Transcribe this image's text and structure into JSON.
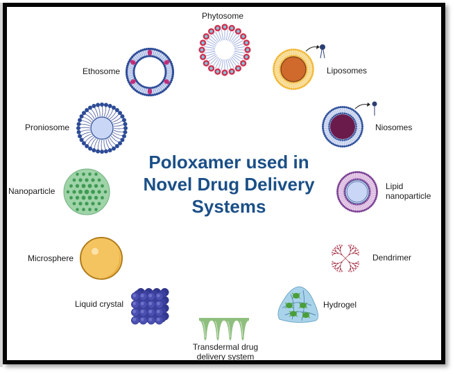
{
  "title": {
    "line1": "Poloxamer used in",
    "line2": "Novel Drug Delivery",
    "line3": "Systems",
    "color": "#1b4f87"
  },
  "items": [
    {
      "id": "phytosome",
      "label": "Phytosome",
      "icon": "phytosome-icon"
    },
    {
      "id": "liposomes",
      "label": "Liposomes",
      "icon": "liposome-icon"
    },
    {
      "id": "niosomes",
      "label": "Niosomes",
      "icon": "niosome-icon"
    },
    {
      "id": "lipid-nanoparticle",
      "label_line1": "Lipid",
      "label_line2": "nanoparticle",
      "icon": "lipid-nanoparticle-icon"
    },
    {
      "id": "dendrimer",
      "label": "Dendrimer",
      "icon": "dendrimer-icon"
    },
    {
      "id": "hydrogel",
      "label": "Hydrogel",
      "icon": "hydrogel-icon"
    },
    {
      "id": "transdermal",
      "label_line1": "Transdermal drug",
      "label_line2": "delivery system",
      "icon": "microneedle-patch-icon"
    },
    {
      "id": "liquid-crystal",
      "label": "Liquid crystal",
      "icon": "liquid-crystal-icon"
    },
    {
      "id": "microsphere",
      "label": "Microsphere",
      "icon": "microsphere-icon"
    },
    {
      "id": "nanoparticle",
      "label": "Nanoparticle",
      "icon": "nanoparticle-icon"
    },
    {
      "id": "proniosome",
      "label": "Proniosome",
      "icon": "proniosome-icon"
    },
    {
      "id": "ethosome",
      "label": "Ethosome",
      "icon": "ethosome-icon"
    }
  ],
  "colors": {
    "phytosome_head": "#d0304f",
    "phytosome_inner": "#7fc8e0",
    "liposome_shell": "#f2b531",
    "liposome_core": "#cf6a2c",
    "niosome_shell": "#2d4f9a",
    "niosome_core": "#6b1b4b",
    "lipid_np_shell": "#7a3f93",
    "lipid_np_core": "#c9d6f5",
    "dendrimer": "#b4465a",
    "hydrogel": "#a9d3ea",
    "hydrogel_cells": "#4a9e3a",
    "transdermal": "#8fbf7f",
    "liquid_crystal": "#4a4fb0",
    "microsphere": "#f4c460",
    "nanoparticle": "#9fd3a8",
    "nanoparticle_dots": "#3f9a54",
    "proniosome": "#2c4b96",
    "proniosome_core": "#c9d6f5",
    "ethosome": "#2c4b96",
    "ethosome_cargo": "#c0307a"
  }
}
